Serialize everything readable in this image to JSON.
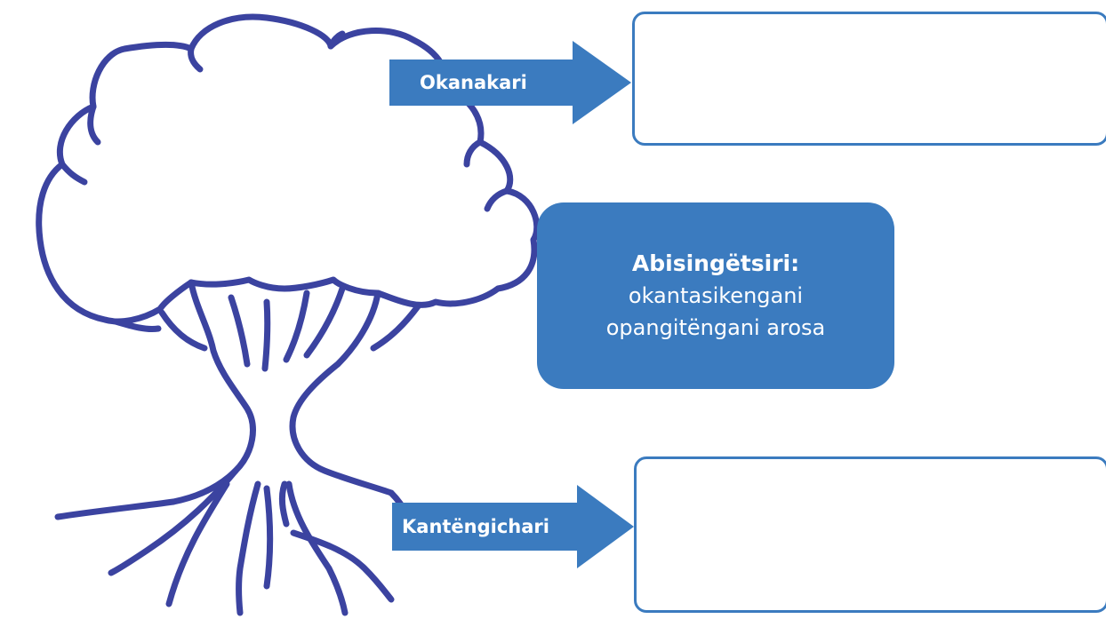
{
  "colors": {
    "tree_stroke": "#3b43a0",
    "accent_blue": "#3b7bbf",
    "box_border": "#3b7bbf",
    "text_on_blue": "#ffffff"
  },
  "icons": [
    "tree-icon",
    "arrow-right-icon"
  ],
  "top_arrow": {
    "label": "Okanakari"
  },
  "bottom_arrow": {
    "label": "Kantëngichari"
  },
  "top_answer_box": {
    "text": ""
  },
  "bottom_answer_box": {
    "text": ""
  },
  "center_box": {
    "title": "Abisingëtsiri:",
    "line1": "okantasikengani",
    "line2": "opangitëngani arosa"
  }
}
